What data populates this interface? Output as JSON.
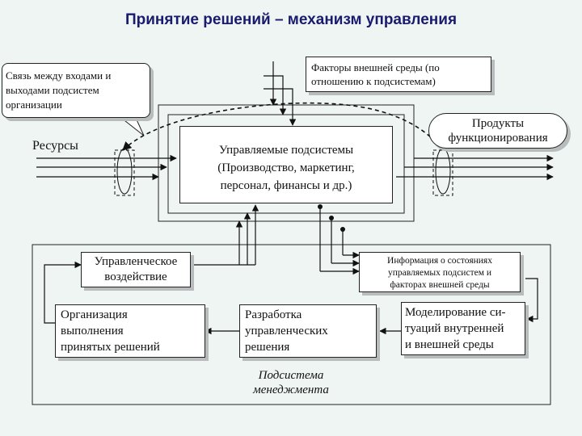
{
  "title": "Принятие решений – механизм управления",
  "callout": {
    "lines": [
      "Связь между входами и",
      "выходами подсистем",
      "организации"
    ]
  },
  "external_factors": {
    "lines": [
      "Факторы внешней среды (по",
      "отношению к подсистемам)"
    ]
  },
  "resources": "Ресурсы",
  "products": {
    "lines": [
      "Продукты",
      "функционирования"
    ]
  },
  "managed_subsystems": {
    "lines": [
      "Управляемые подсистемы",
      "(Производство, маркетинг,",
      "персонал, финансы и др.)"
    ]
  },
  "management_impact": {
    "lines": [
      "Управленческое",
      "воздействие"
    ]
  },
  "state_info": {
    "lines": [
      "Информация о состояниях",
      "управляемых подсистем и",
      "факторах внешней среды"
    ]
  },
  "organization": {
    "lines": [
      "Организация",
      "выполнения",
      "принятых решений"
    ]
  },
  "decision_dev": {
    "lines": [
      "Разработка",
      "управленческих",
      "решения"
    ]
  },
  "modeling": {
    "lines": [
      "Моделирование си-",
      "туаций внутренней",
      "и внешней среды"
    ]
  },
  "management_subsystem": {
    "lines": [
      "Подсистема",
      "менеджмента"
    ]
  }
}
